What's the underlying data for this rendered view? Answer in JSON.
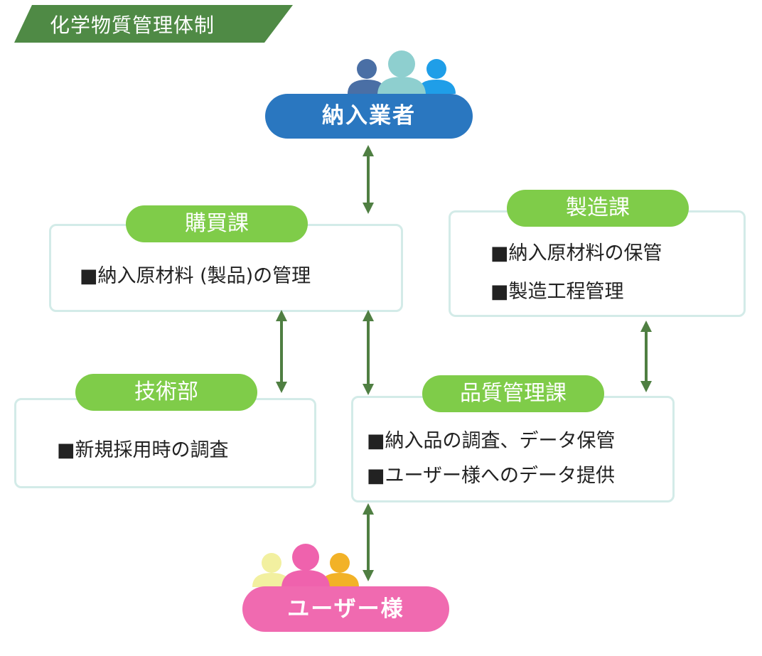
{
  "title": "化学物質管理体制",
  "colors": {
    "banner": "#4f8a45",
    "arrow": "#4f7f42",
    "pill_green": "#7fcc49",
    "box_border": "#d3ebe8",
    "vendor_pill": "#2a77c0",
    "user_pill": "#f06ab0"
  },
  "vendor": {
    "label": "納入業者",
    "icon": "group-people-icon"
  },
  "user": {
    "label": "ユーザー様",
    "icon": "group-people-icon"
  },
  "departments": {
    "purchasing": {
      "label": "購買課",
      "items": [
        "■納入原材料 (製品)の管理"
      ]
    },
    "manufacturing": {
      "label": "製造課",
      "items": [
        "■納入原材料の保管",
        "■製造工程管理"
      ]
    },
    "technical": {
      "label": "技術部",
      "items": [
        "■新規採用時の調査"
      ]
    },
    "quality": {
      "label": "品質管理課",
      "items": [
        "■納入品の調査、データ保管",
        "■ユーザー様へのデータ提供"
      ]
    }
  }
}
